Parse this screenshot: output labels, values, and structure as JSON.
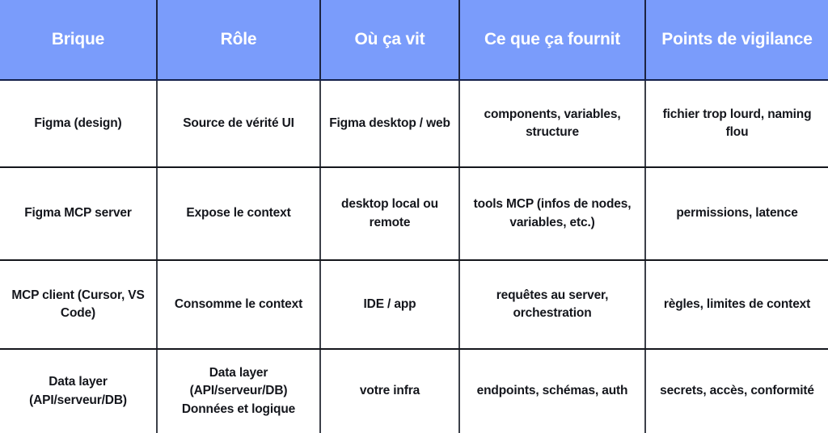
{
  "table": {
    "accent_header_bg": "#7a9cfb",
    "header_text_color": "#ffffff",
    "body_text_color": "#14161c",
    "grid_line_color": "#14161c",
    "columns": [
      {
        "key": "brique",
        "label": "Brique"
      },
      {
        "key": "role",
        "label": "Rôle"
      },
      {
        "key": "ou_ca_vit",
        "label": "Où ça vit"
      },
      {
        "key": "ce_que_ca_fournit",
        "label": "Ce que ça fournit"
      },
      {
        "key": "points_de_vigilance",
        "label": "Points de vigilance"
      }
    ],
    "rows": [
      {
        "brique": "Figma (design)",
        "role": "Source de vérité UI",
        "ou_ca_vit": "Figma desktop / web",
        "ce_que_ca_fournit": "components, variables, structure",
        "points_de_vigilance": "fichier trop lourd, naming flou"
      },
      {
        "brique": "Figma MCP server",
        "role": "Expose le context",
        "ou_ca_vit": "desktop local ou remote",
        "ce_que_ca_fournit": "tools MCP (infos de nodes, variables, etc.)",
        "points_de_vigilance": "permissions, latence"
      },
      {
        "brique": "MCP client (Cursor, VS Code)",
        "role": "Consomme le context",
        "ou_ca_vit": "IDE / app",
        "ce_que_ca_fournit": "requêtes au server, orchestration",
        "points_de_vigilance": "règles, limites de context"
      },
      {
        "brique": "Data layer (API/serveur/DB)",
        "role": "Data layer (API/serveur/DB) Données et logique",
        "ou_ca_vit": "votre infra",
        "ce_que_ca_fournit": "endpoints, schémas, auth",
        "points_de_vigilance": "secrets, accès, conformité"
      }
    ]
  }
}
